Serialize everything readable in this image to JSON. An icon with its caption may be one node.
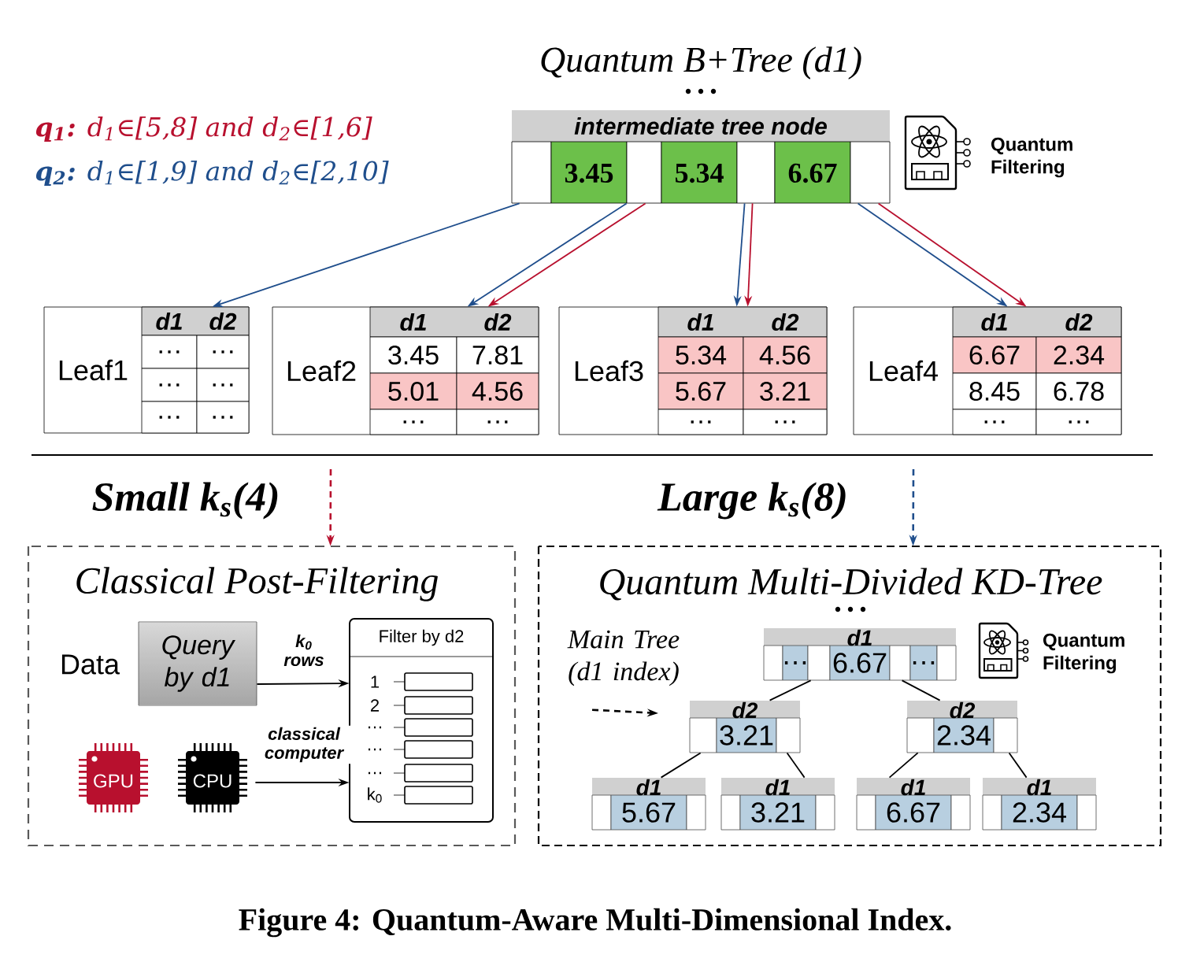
{
  "diagram": {
    "caption": "Figure 4: Quantum-Aware Multi-Dimensional Index.",
    "nodes": [
      {
        "text": [
          "intermediate tree node",
          "3.45",
          "5.34",
          "6.67"
        ],
        "beside": [
          "Quantum B+Tree (d1)"
        ]
      },
      {
        "text": [
          "Leaf1",
          "d1",
          "d2",
          "…",
          "…",
          "…",
          "…",
          "…",
          "…"
        ]
      },
      {
        "text": [
          "Leaf2",
          "d1",
          "d2",
          "3.45",
          "7.81",
          "5.01",
          "4.56",
          "…",
          "…"
        ]
      },
      {
        "text": [
          "Leaf3",
          "d1",
          "d2",
          "5.34",
          "4.56",
          "5.67",
          "3.21",
          "…",
          "…"
        ]
      },
      {
        "text": [
          "Leaf4",
          "d1",
          "d2",
          "6.67",
          "2.34",
          "8.45",
          "6.78",
          "…",
          "…"
        ]
      },
      {
        "text": [
          "Classical Post-Filtering"
        ]
      },
      {
        "text": [
          "Query by d1"
        ],
        "in": 5
      },
      {
        "text": [
          "Filter by d2",
          "1",
          "2",
          "…",
          "…",
          "…",
          "k$_{0}$"
        ],
        "in": 5
      },
      {
        "text": [
          "GPU"
        ],
        "in": 5
      },
      {
        "text": [
          "CPU"
        ],
        "in": 5
      },
      {
        "text": [
          "Quantum Multi-Divided KD-Tree"
        ]
      },
      {
        "text": [
          "Main Tree (d1 index)"
        ],
        "in": 10
      },
      {
        "text": [
          "d1",
          "…",
          "6.67",
          "…"
        ],
        "in": 10
      },
      {
        "text": [
          "d2",
          "3.21"
        ],
        "in": 10
      },
      {
        "text": [
          "d2",
          "2.34"
        ],
        "in": 10
      },
      {
        "text": [
          "d1",
          "5.67"
        ],
        "in": 10
      },
      {
        "text": [
          "d1",
          "3.21"
        ],
        "in": 10
      },
      {
        "text": [
          "d1",
          "6.67"
        ],
        "in": 10
      },
      {
        "text": [
          "d1",
          "2.34"
        ],
        "in": 10
      }
    ],
    "edges": [
      {
        "from": 0,
        "to": 1,
        "arrow": "to",
        "color": "#1f4e8c"
      },
      {
        "from": 0,
        "to": 2,
        "arrow": "to",
        "color": "#1f4e8c"
      },
      {
        "from": 0,
        "to": 2,
        "arrow": "to",
        "color": "#b8102e"
      },
      {
        "from": 0,
        "to": 3,
        "arrow": "to",
        "color": "#1f4e8c"
      },
      {
        "from": 0,
        "to": 3,
        "arrow": "to",
        "color": "#b8102e"
      },
      {
        "from": 0,
        "to": 4,
        "arrow": "to",
        "color": "#1f4e8c"
      },
      {
        "from": 0,
        "to": 4,
        "arrow": "to",
        "color": "#b8102e"
      },
      {
        "from": 6,
        "to": 7,
        "arrow": "to",
        "label": "k$_{0}$ rows"
      },
      {
        "from": 9,
        "to": 7,
        "arrow": "to",
        "label": "classical computer"
      },
      {
        "from": null,
        "to": 5,
        "arrow": "to",
        "style": "dashed",
        "color": "#b8102e"
      },
      {
        "from": null,
        "to": 10,
        "arrow": "to",
        "style": "dashed",
        "color": "#1f4e8c"
      },
      {
        "from": 11,
        "to": null,
        "arrow": "to",
        "style": "dashed"
      },
      {
        "from": 12,
        "to": 13,
        "arrow": "none"
      },
      {
        "from": 12,
        "to": 14,
        "arrow": "none"
      },
      {
        "from": 13,
        "to": 15,
        "arrow": "none"
      },
      {
        "from": 13,
        "to": 16,
        "arrow": "none"
      },
      {
        "from": 14,
        "to": 17,
        "arrow": "none"
      },
      {
        "from": 14,
        "to": 18,
        "arrow": "none"
      }
    ],
    "labels": [
      "**q$_{1}$:** d$_{1}$∈[5,8] and d$_{2}$∈[1,6]",
      "**q$_{2}$:** d$_{1}$∈[1,9] and d$_{2}$∈[2,10]",
      "Quantum Filtering",
      "Small k$_{s}$(4)",
      "Large k$_{s}$(8)",
      "Data",
      "Quantum Filtering"
    ]
  }
}
